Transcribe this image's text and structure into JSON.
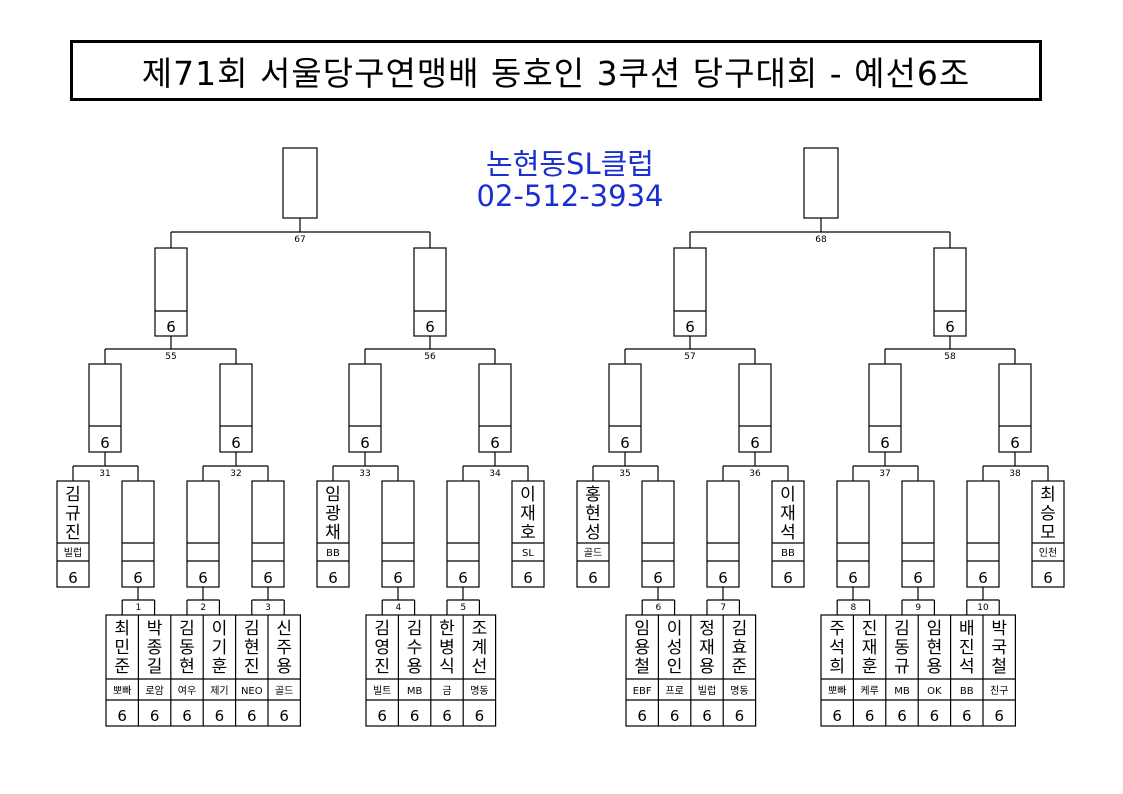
{
  "title": "제71회 서울당구연맹배 동호인 3쿠션 당구대회 - 예선6조",
  "club": {
    "name": "논현동SL클럽",
    "phone": "02-512-3934"
  },
  "slot_mark": "6",
  "final_matches": [
    "67",
    "68"
  ],
  "quarter_matches": [
    "55",
    "56",
    "57",
    "58"
  ],
  "r16_matches": [
    "31",
    "32",
    "33",
    "34",
    "35",
    "36",
    "37",
    "38"
  ],
  "r32_slots": [
    {
      "name": "김규진",
      "club": "빌럽"
    },
    {
      "name": "",
      "club": ""
    },
    {
      "name": "",
      "club": ""
    },
    {
      "name": "",
      "club": ""
    },
    {
      "name": "임광채",
      "club": "BB"
    },
    {
      "name": "",
      "club": ""
    },
    {
      "name": "",
      "club": ""
    },
    {
      "name": "이재호",
      "club": "SL"
    },
    {
      "name": "홍현성",
      "club": "골드"
    },
    {
      "name": "",
      "club": ""
    },
    {
      "name": "",
      "club": ""
    },
    {
      "name": "이재석",
      "club": "BB"
    },
    {
      "name": "",
      "club": ""
    },
    {
      "name": "",
      "club": ""
    },
    {
      "name": "",
      "club": ""
    },
    {
      "name": "최승모",
      "club": "인천"
    }
  ],
  "prelim_matches": [
    {
      "no": "1",
      "players": [
        {
          "name": "최민준",
          "club": "뽀빠"
        },
        {
          "name": "박종길",
          "club": "로암"
        }
      ]
    },
    {
      "no": "2",
      "players": [
        {
          "name": "김동현",
          "club": "여우"
        },
        {
          "name": "이기훈",
          "club": "제기"
        }
      ]
    },
    {
      "no": "3",
      "players": [
        {
          "name": "김현진",
          "club": "NEO"
        },
        {
          "name": "신주용",
          "club": "골드"
        }
      ]
    },
    {
      "no": "4",
      "players": [
        {
          "name": "김영진",
          "club": "빌트"
        },
        {
          "name": "김수용",
          "club": "MB"
        }
      ]
    },
    {
      "no": "5",
      "players": [
        {
          "name": "한병식",
          "club": "금"
        },
        {
          "name": "조계선",
          "club": "명동"
        }
      ]
    },
    {
      "no": "6",
      "players": [
        {
          "name": "임용철",
          "club": "EBF"
        },
        {
          "name": "이성인",
          "club": "프로"
        }
      ]
    },
    {
      "no": "7",
      "players": [
        {
          "name": "정재용",
          "club": "빌럽"
        },
        {
          "name": "김효준",
          "club": "명동"
        }
      ]
    },
    {
      "no": "8",
      "players": [
        {
          "name": "주석희",
          "club": "뽀빠"
        },
        {
          "name": "진재훈",
          "club": "케루"
        }
      ]
    },
    {
      "no": "9",
      "players": [
        {
          "name": "김동규",
          "club": "MB"
        },
        {
          "name": "임현용",
          "club": "OK"
        }
      ]
    },
    {
      "no": "10",
      "players": [
        {
          "name": "배진석",
          "club": "BB"
        },
        {
          "name": "박국철",
          "club": "친구"
        }
      ]
    }
  ]
}
